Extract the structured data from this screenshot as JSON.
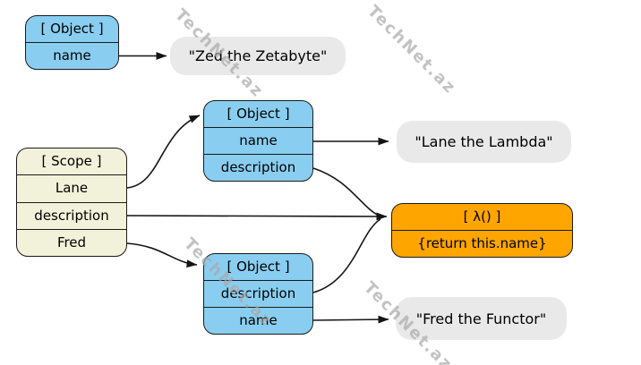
{
  "diagram": {
    "nodes": {
      "object_top": {
        "header": "[ Object ]",
        "rows": [
          "name"
        ]
      },
      "scope": {
        "header": "[ Scope ]",
        "rows": [
          "Lane",
          "description",
          "Fred"
        ]
      },
      "object_mid": {
        "header": "[ Object ]",
        "rows": [
          "name",
          "description"
        ]
      },
      "object_bottom": {
        "header": "[ Object ]",
        "rows": [
          "description",
          "name"
        ]
      },
      "lambda": {
        "header": "[ λ() ]",
        "rows": [
          "{return this.name}"
        ]
      }
    },
    "values": {
      "zed": "\"Zed the Zetabyte\"",
      "lane": "\"Lane the Lambda\"",
      "fred": "\"Fred the Functor\""
    },
    "edges": [
      {
        "from": "object_top.name",
        "to": "values.zed"
      },
      {
        "from": "scope.Lane",
        "to": "object_mid"
      },
      {
        "from": "scope.description",
        "to": "lambda"
      },
      {
        "from": "scope.Fred",
        "to": "object_bottom"
      },
      {
        "from": "object_mid.name",
        "to": "values.lane"
      },
      {
        "from": "object_mid.description",
        "to": "lambda"
      },
      {
        "from": "object_bottom.description",
        "to": "lambda"
      },
      {
        "from": "object_bottom.name",
        "to": "values.fred"
      }
    ],
    "colors": {
      "object_fill": "#89CEF0",
      "scope_fill": "#F2F1DA",
      "lambda_fill": "#FFA500",
      "value_fill": "#E9E9E9",
      "border": "#1a1a1a"
    }
  },
  "watermark": {
    "text": "TechNet.az"
  }
}
